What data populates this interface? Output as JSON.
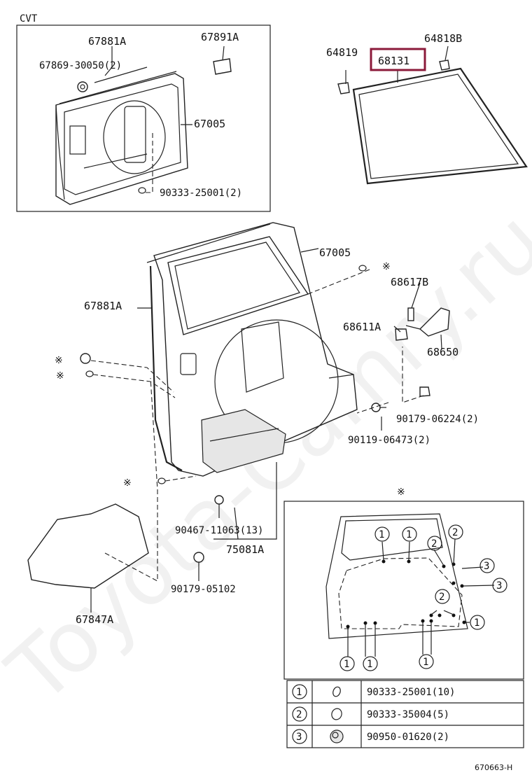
{
  "header": {
    "variant_label": "CVT"
  },
  "highlight_color": "#8b1a3a",
  "inset_labels": {
    "weatherstrip_upper": "67881A",
    "clip_note": "67869-30050(2)",
    "cushion": "67891A",
    "trim": "67005",
    "grommet": "90333-25001(2)"
  },
  "glass_labels": {
    "left_clip": "64819",
    "right_clip": "64818B",
    "glass_highlight": "68131"
  },
  "main_labels": {
    "door_panel": "67005",
    "weatherstrip": "67881A",
    "hinge": "68617B",
    "stopper": "68611A",
    "check": "68650",
    "bolt_a": "90179-06224(2)",
    "bolt_b": "90119-06473(2)",
    "clip": "90467-11063(13)",
    "garnish": "75081A",
    "nut": "90179-05102",
    "sheet": "67847A",
    "mark": "※"
  },
  "legend": {
    "rows": [
      {
        "num": "1",
        "part": "90333-25001(10)"
      },
      {
        "num": "2",
        "part": "90333-35004(5)"
      },
      {
        "num": "3",
        "part": "90950-01620(2)"
      }
    ]
  },
  "watermark": "Toyota-Camry.ru",
  "figure_code": "670663-H"
}
